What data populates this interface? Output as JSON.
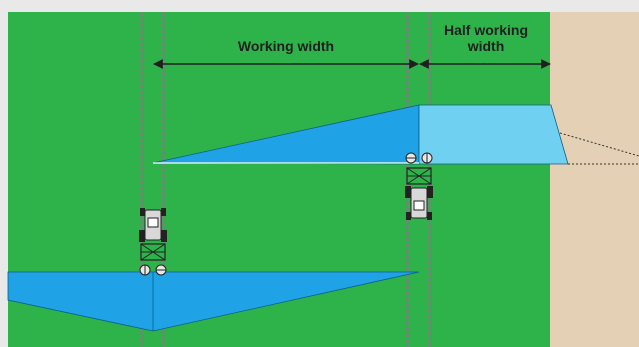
{
  "labels": {
    "working_width": "Working width",
    "half_working_width_line1": "Half working",
    "half_working_width_line2": "width"
  },
  "icons": [
    "tractor-icon",
    "spreader-icon",
    "spread-disc-icon"
  ],
  "colors": {
    "field": "#2db34a",
    "field_edge": "#e3d0b5",
    "spread_pattern": "#1fa3e6",
    "border_spread_pattern": "#6fd0f2",
    "tramline": "#8a8a8a",
    "dimension_line": "#1f1f1f",
    "background": "#e9e9e9"
  }
}
